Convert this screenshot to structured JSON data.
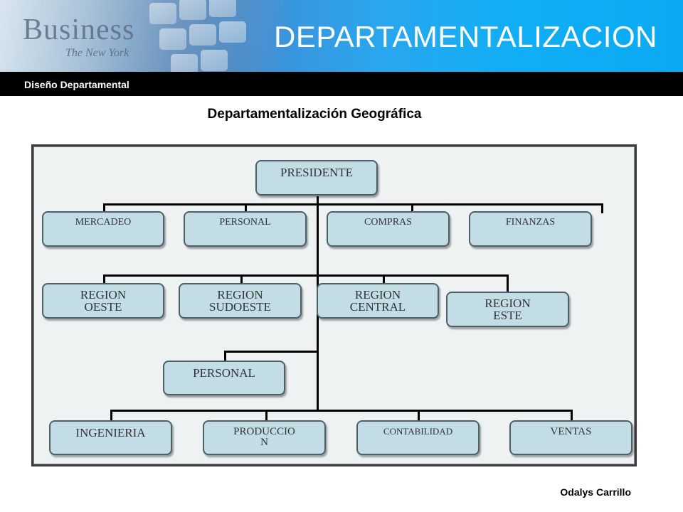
{
  "header": {
    "title": "DEPARTAMENTALIZACION",
    "subtitle": "Diseño Departamental",
    "photo_text": "Business",
    "photo_subtext": "The New York"
  },
  "chart_title": "Departamentalización Geográfica",
  "org_chart": {
    "president": "PRESIDENTE",
    "functions": [
      "MERCADEO",
      "PERSONAL",
      "COMPRAS",
      "FINANZAS"
    ],
    "regions": [
      "REGION\nOESTE",
      "REGION\nSUDOESTE",
      "REGION\nCENTRAL",
      "REGION\nESTE"
    ],
    "sub_unit": "PERSONAL",
    "departments": [
      "INGENIERIA",
      "PRODUCCIO\nN",
      "CONTABILIDAD",
      "VENTAS"
    ]
  },
  "footer": {
    "author": "Odalys Carrillo"
  },
  "colors": {
    "banner": "#0aaaf2",
    "node_fill": "#c2dde6",
    "frame_bg": "#eef2f3"
  }
}
